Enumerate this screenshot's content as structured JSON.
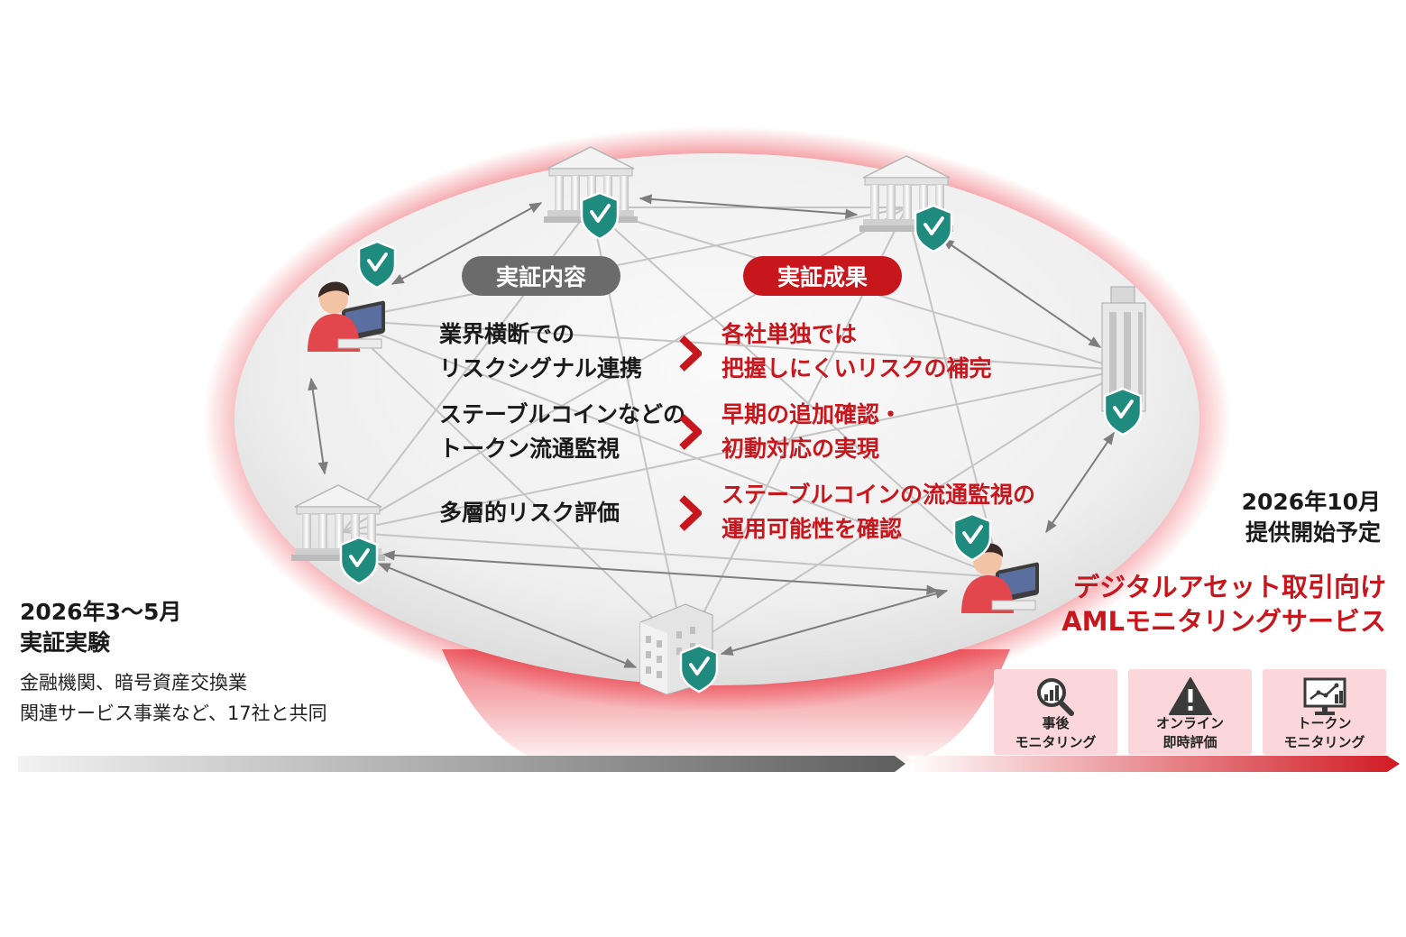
{
  "colors": {
    "accent_red": "#c8161d",
    "pill_gray": "#6b6b6b",
    "shield_teal": "#1f8a7e",
    "card_pink": "#fbd7db"
  },
  "diagram": {
    "label_content": "実証内容",
    "label_results": "実証成果",
    "items": [
      {
        "content_line1": "業界横断での",
        "content_line2": "リスクシグナル連携",
        "result_line1": "各社単独では",
        "result_line2": "把握しにくいリスクの補完"
      },
      {
        "content_line1": "ステーブルコインなどの",
        "content_line2": "トークン流通監視",
        "result_line1": "早期の追加確認・",
        "result_line2": "初動対応の実現"
      },
      {
        "content_line1": "多層的リスク評価",
        "result_line1": "ステーブルコインの流通監視の",
        "result_line2": "運用可能性を確認"
      }
    ],
    "network_nodes": [
      {
        "icon": "bank-icon"
      },
      {
        "icon": "bank-icon"
      },
      {
        "icon": "person-analyst-icon"
      },
      {
        "icon": "tower-building-icon"
      },
      {
        "icon": "bank-icon"
      },
      {
        "icon": "person-analyst-icon"
      },
      {
        "icon": "office-building-icon"
      }
    ]
  },
  "timeline": {
    "trial_period": "2026年3～5月",
    "trial_title": "実証実験",
    "trial_desc_line1": "金融機関、暗号資産交換業",
    "trial_desc_line2": "関連サービス事業など、17社と共同",
    "launch_date": "2026年10月",
    "launch_label": "提供開始予定",
    "service_title_line1": "デジタルアセット取引向け",
    "service_title_line2": "AMLモニタリングサービス"
  },
  "services": [
    {
      "line1": "事後",
      "line2": "モニタリング",
      "icon": "magnifier-chart-icon"
    },
    {
      "line1": "オンライン",
      "line2": "即時評価",
      "icon": "warning-icon"
    },
    {
      "line1": "トークン",
      "line2": "モニタリング",
      "icon": "monitor-chart-icon"
    }
  ]
}
